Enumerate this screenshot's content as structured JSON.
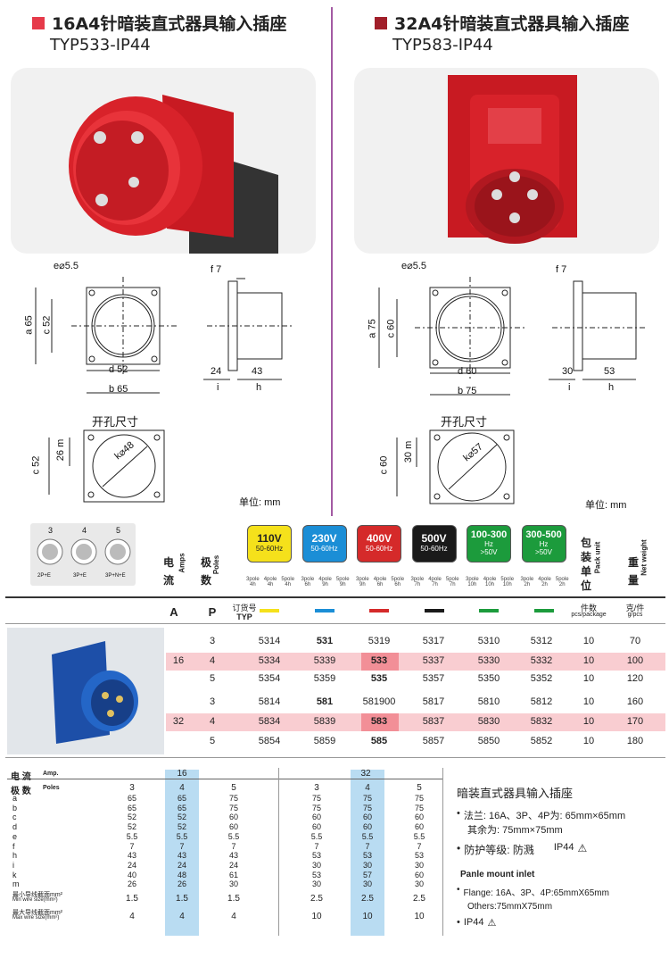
{
  "left": {
    "title": "16A4针暗装直式器具输入插座",
    "typ": "TYP533-IP44",
    "square_color": "#e63a4a"
  },
  "right": {
    "title": "32A4针暗装直式器具输入插座",
    "typ": "TYP583-IP44",
    "square_color": "#a11f2a"
  },
  "drawings": {
    "left": {
      "e": "e",
      "e_val": "⌀5.5",
      "f": "f",
      "f_val": "7",
      "a": "a 65",
      "c": "c 52",
      "d": "d 52",
      "b": "b 65",
      "i_val": "24",
      "h_val": "43",
      "i": "i",
      "h": "h"
    },
    "right": {
      "e": "e",
      "e_val": "⌀5.5",
      "f": "f",
      "f_val": "7",
      "a": "a 75",
      "c": "c 60",
      "d": "d 60",
      "b": "b 75",
      "i_val": "30",
      "h_val": "53",
      "i": "i",
      "h": "h"
    },
    "cutout_title": "开孔尺寸",
    "cutout_left": {
      "c": "c 52",
      "m": "m",
      "m_val": "26",
      "k": "k⌀48"
    },
    "cutout_right": {
      "c": "c 60",
      "m": "m",
      "m_val": "30",
      "k": "k⌀57"
    },
    "unit": "单位: mm"
  },
  "poles_diagram": {
    "labels": [
      "3",
      "4",
      "5"
    ],
    "captions": [
      "2P+E",
      "3P+E",
      "3P+N+E"
    ]
  },
  "columns": {
    "current_cn": "电流",
    "current_en": "Amps",
    "poles_cn": "极数",
    "poles_en": "Poles",
    "pack_cn": "包装单位",
    "pack_en": "Pack unit",
    "weight_cn": "重量",
    "weight_en": "Net weight",
    "voltages": [
      {
        "v": "110V",
        "hz": "50-60Hz",
        "color": "#f5e11b",
        "text": "#222",
        "poles": [
          "3pole",
          "4pole",
          "5pole"
        ],
        "h": [
          "4h",
          "4h",
          "4h"
        ]
      },
      {
        "v": "230V",
        "hz": "50-60Hz",
        "color": "#1b8ed6",
        "text": "#fff",
        "poles": [
          "3pole",
          "4pole",
          "5pole"
        ],
        "h": [
          "6h",
          "9h",
          "9h"
        ]
      },
      {
        "v": "400V",
        "hz": "50-60Hz",
        "color": "#d52a2a",
        "text": "#fff",
        "poles": [
          "3pole",
          "4pole",
          "5pole"
        ],
        "h": [
          "9h",
          "6h",
          "6h"
        ]
      },
      {
        "v": "500V",
        "hz": "50-60Hz",
        "color": "#1a1a1a",
        "text": "#fff",
        "poles": [
          "3pole",
          "4pole",
          "5pole"
        ],
        "h": [
          "7h",
          "7h",
          "7h"
        ]
      },
      {
        "v": "100-300",
        "hz": "Hz",
        "hz2": ">50V",
        "color": "#1c9b3c",
        "text": "#fff",
        "poles": [
          "3pole",
          "4pole",
          "5pole"
        ],
        "h": [
          "10h",
          "10h",
          "10h"
        ]
      },
      {
        "v": "300-500",
        "hz": "Hz",
        "hz2": ">50V",
        "color": "#1c9b3c",
        "text": "#fff",
        "poles": [
          "3pole",
          "4pole",
          "5pole"
        ],
        "h": [
          "2h",
          "2h",
          "2h"
        ]
      }
    ]
  },
  "table_header": {
    "a": "A",
    "p": "P",
    "order": "订货号",
    "typ": "TYP",
    "pcs": "件数",
    "pcs_en": "pcs/package",
    "g": "克/件",
    "g_en": "g/pcs"
  },
  "table_rows": [
    {
      "amp": "",
      "pole": "3",
      "vals": [
        "5314",
        "531",
        "5319",
        "5317",
        "5310",
        "5312"
      ],
      "pack": "10",
      "w": "70",
      "hl": false
    },
    {
      "amp": "16",
      "pole": "4",
      "vals": [
        "5334",
        "5339",
        "533",
        "5337",
        "5330",
        "5332"
      ],
      "pack": "10",
      "w": "100",
      "hl": true
    },
    {
      "amp": "",
      "pole": "5",
      "vals": [
        "5354",
        "5359",
        "535",
        "5357",
        "5350",
        "5352"
      ],
      "pack": "10",
      "w": "120",
      "hl": false
    },
    {
      "amp": "",
      "pole": "3",
      "vals": [
        "5814",
        "581",
        "581900",
        "5817",
        "5810",
        "5812"
      ],
      "pack": "10",
      "w": "160",
      "hl": false
    },
    {
      "amp": "32",
      "pole": "4",
      "vals": [
        "5834",
        "5839",
        "583",
        "5837",
        "5830",
        "5832"
      ],
      "pack": "10",
      "w": "170",
      "hl": true
    },
    {
      "amp": "",
      "pole": "5",
      "vals": [
        "5854",
        "5859",
        "585",
        "5857",
        "5850",
        "5852"
      ],
      "pack": "10",
      "w": "180",
      "hl": false
    }
  ],
  "spec": {
    "current_label": "电 流",
    "current_en": "Amp.",
    "poles_label": "极 数",
    "poles_en": "Poles",
    "amp16": "16",
    "amp32": "32",
    "poles": [
      "3",
      "4",
      "5",
      "3",
      "4",
      "5"
    ],
    "rows": [
      {
        "k": "a",
        "v": [
          "65",
          "65",
          "75",
          "75",
          "75",
          "75"
        ]
      },
      {
        "k": "b",
        "v": [
          "65",
          "65",
          "75",
          "75",
          "75",
          "75"
        ]
      },
      {
        "k": "c",
        "v": [
          "52",
          "52",
          "60",
          "60",
          "60",
          "60"
        ]
      },
      {
        "k": "d",
        "v": [
          "52",
          "52",
          "60",
          "60",
          "60",
          "60"
        ]
      },
      {
        "k": "e",
        "v": [
          "5.5",
          "5.5",
          "5.5",
          "5.5",
          "5.5",
          "5.5"
        ]
      },
      {
        "k": "f",
        "v": [
          "7",
          "7",
          "7",
          "7",
          "7",
          "7"
        ]
      },
      {
        "k": "h",
        "v": [
          "43",
          "43",
          "43",
          "53",
          "53",
          "53"
        ]
      },
      {
        "k": "i",
        "v": [
          "24",
          "24",
          "24",
          "30",
          "30",
          "30"
        ]
      },
      {
        "k": "k",
        "v": [
          "40",
          "48",
          "61",
          "53",
          "57",
          "60"
        ]
      },
      {
        "k": "m",
        "v": [
          "26",
          "26",
          "30",
          "30",
          "30",
          "30"
        ]
      }
    ],
    "minwire_cn": "最小导线截面mm²",
    "minwire_en": "Min wire size(mm²)",
    "minwire": [
      "1.5",
      "1.5",
      "1.5",
      "2.5",
      "2.5",
      "2.5"
    ],
    "maxwire_cn": "最大导线截面mm²",
    "maxwire_en": "Max wire size(mm²)",
    "maxwire": [
      "4",
      "4",
      "4",
      "10",
      "10",
      "10"
    ]
  },
  "info": {
    "title": "暗装直式器具输入插座",
    "b1": "法兰: 16A、3P、4P为: 65mm×65mm",
    "b1b": "其余为: 75mm×75mm",
    "b2a": "防护等级: 防溅",
    "b2b": "IP44",
    "en_title": "Panle mount inlet",
    "b3": "Flange: 16A、3P、4P:65mmX65mm",
    "b3b": "Others:75mmX75mm",
    "b4": "IP44"
  }
}
